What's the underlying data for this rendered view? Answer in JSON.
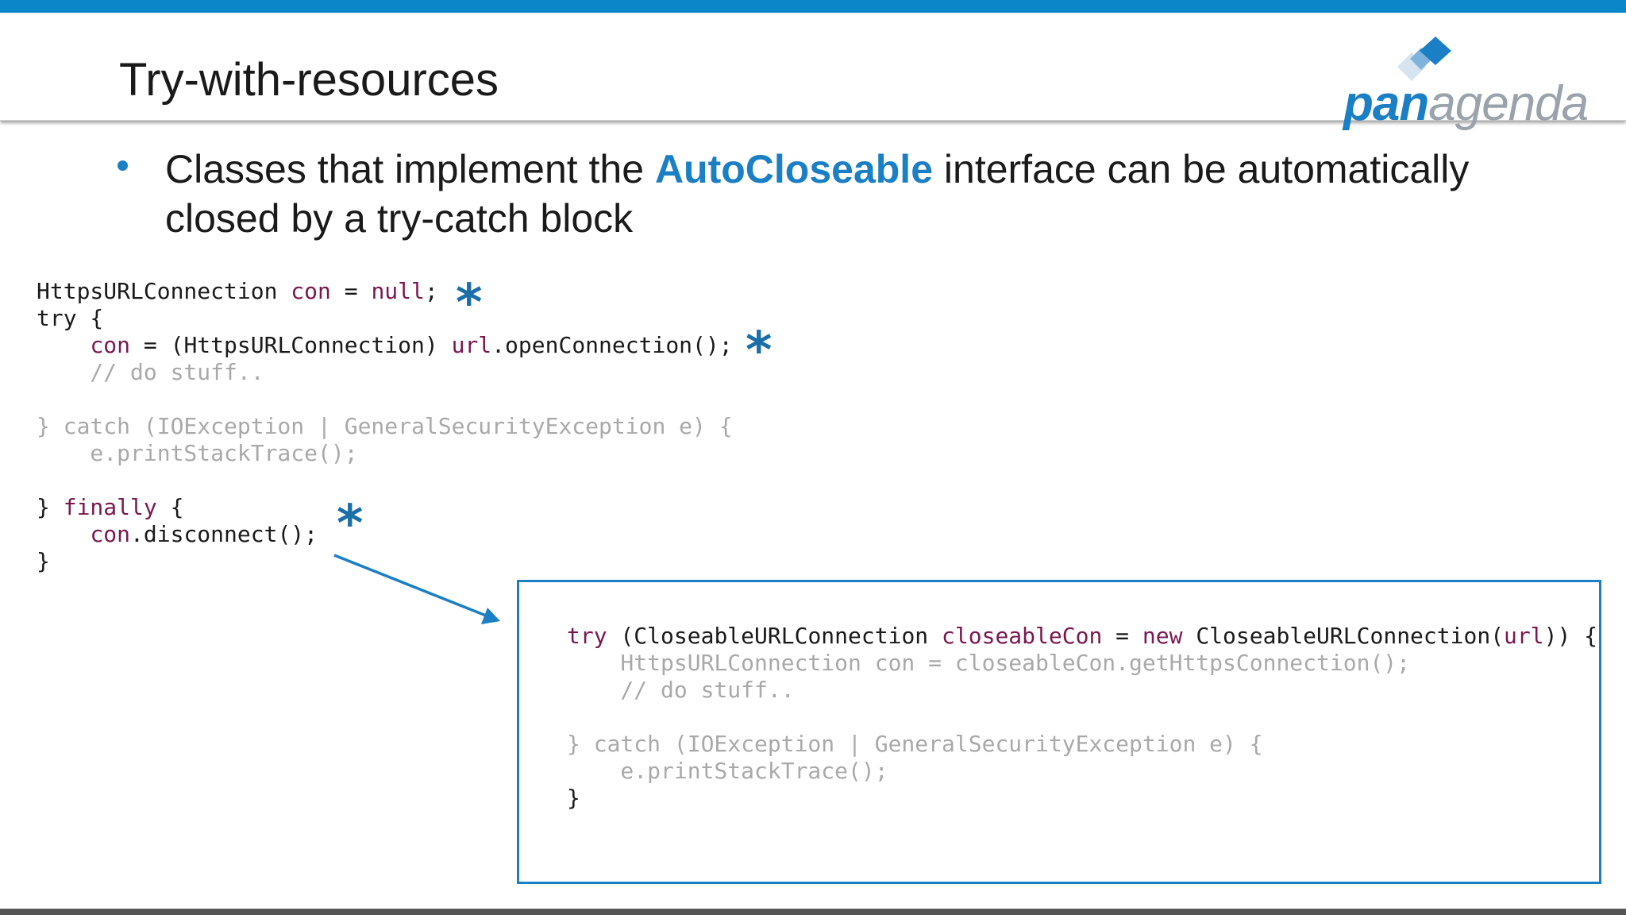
{
  "slide": {
    "title": "Try-with-resources",
    "accent_color": "#0a87c9",
    "logo": {
      "part1": "pan",
      "part2": "agenda"
    }
  },
  "bullet": {
    "before": "Classes that implement the ",
    "highlight": "AutoCloseable",
    "after": " interface can be automatically closed by a try-catch block"
  },
  "code_left": {
    "lines": [
      [
        {
          "t": "HttpsURLConnection ",
          "c": "black"
        },
        {
          "t": "con",
          "c": "var"
        },
        {
          "t": " = ",
          "c": "black"
        },
        {
          "t": "null",
          "c": "kw"
        },
        {
          "t": ";",
          "c": "black"
        }
      ],
      [
        {
          "t": "try {",
          "c": "black"
        }
      ],
      [
        {
          "t": "    ",
          "c": "black"
        },
        {
          "t": "con",
          "c": "var"
        },
        {
          "t": " = (HttpsURLConnection) ",
          "c": "black"
        },
        {
          "t": "url",
          "c": "var"
        },
        {
          "t": ".openConnection();",
          "c": "black"
        }
      ],
      [
        {
          "t": "    // do stuff..",
          "c": "faded"
        }
      ],
      [
        {
          "t": "",
          "c": "black"
        }
      ],
      [
        {
          "t": "} catch (IOException | GeneralSecurityException e) {",
          "c": "faded"
        }
      ],
      [
        {
          "t": "    e.printStackTrace();",
          "c": "faded"
        }
      ],
      [
        {
          "t": "",
          "c": "black"
        }
      ],
      [
        {
          "t": "} ",
          "c": "black"
        },
        {
          "t": "finally",
          "c": "kw"
        },
        {
          "t": " {",
          "c": "black"
        }
      ],
      [
        {
          "t": "    ",
          "c": "black"
        },
        {
          "t": "con",
          "c": "var"
        },
        {
          "t": ".disconnect();",
          "c": "black"
        }
      ],
      [
        {
          "t": "}",
          "c": "black"
        }
      ]
    ]
  },
  "code_box": {
    "lines": [
      [
        {
          "t": "try",
          "c": "kw"
        },
        {
          "t": " (CloseableURLConnection ",
          "c": "black"
        },
        {
          "t": "closeableCon",
          "c": "var"
        },
        {
          "t": " = ",
          "c": "black"
        },
        {
          "t": "new",
          "c": "kw"
        },
        {
          "t": " CloseableURLConnection(",
          "c": "black"
        },
        {
          "t": "url",
          "c": "var"
        },
        {
          "t": ")) {",
          "c": "black"
        }
      ],
      [
        {
          "t": "    HttpsURLConnection con = closeableCon.getHttpsConnection();",
          "c": "faded"
        }
      ],
      [
        {
          "t": "    // do stuff..",
          "c": "faded"
        }
      ],
      [
        {
          "t": "",
          "c": "black"
        }
      ],
      [
        {
          "t": "} catch (IOException | GeneralSecurityException e) {",
          "c": "faded"
        }
      ],
      [
        {
          "t": "    e.printStackTrace();",
          "c": "faded"
        }
      ],
      [
        {
          "t": "}",
          "c": "black"
        }
      ]
    ]
  },
  "markers": {
    "star_glyph": "*",
    "color": "#1a6fa8"
  }
}
